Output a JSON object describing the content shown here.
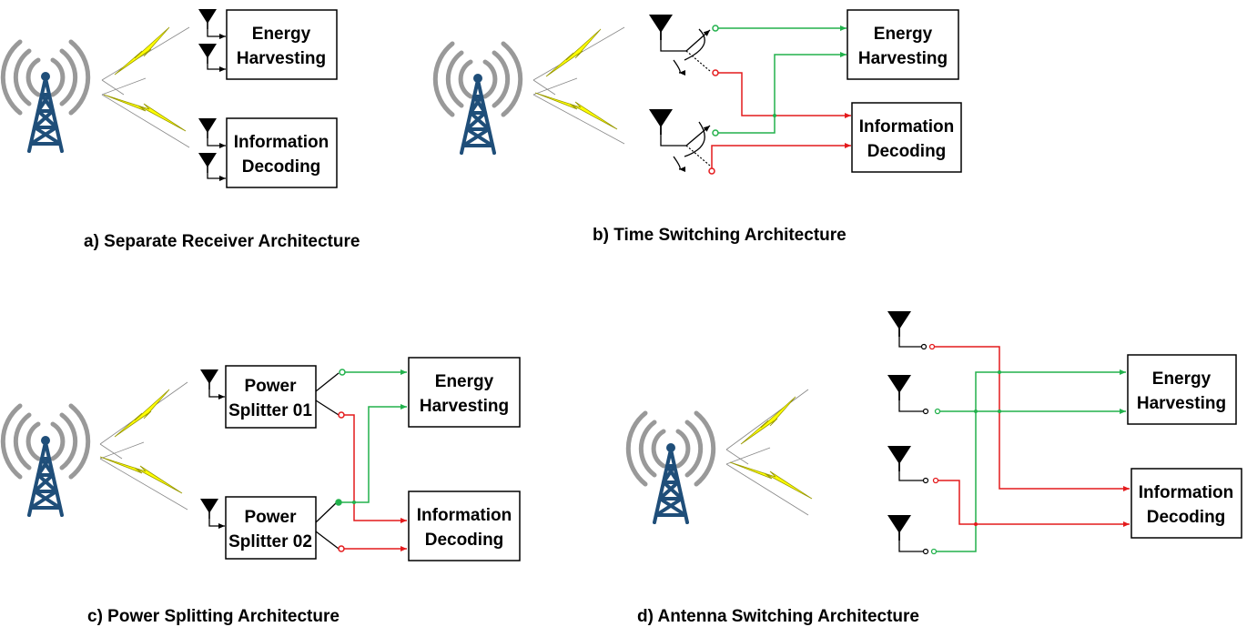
{
  "colors": {
    "energy_path": "#22b14c",
    "info_path": "#e41a1c",
    "bolt": "#ffff00",
    "tower": "#1f4e79"
  },
  "icons": [
    "transmission-tower-icon",
    "lightning-bolt-icon",
    "antenna-icon",
    "switch-icon"
  ],
  "panels": {
    "a": {
      "caption": "a) Separate Receiver Architecture",
      "energy_box": [
        "Energy",
        "Harvesting"
      ],
      "info_box": [
        "Information",
        "Decoding"
      ]
    },
    "b": {
      "caption": "b) Time Switching Architecture",
      "energy_box": [
        "Energy",
        "Harvesting"
      ],
      "info_box": [
        "Information",
        "Decoding"
      ]
    },
    "c": {
      "caption": "c) Power Splitting Architecture",
      "splitter1": [
        "Power",
        "Splitter 01"
      ],
      "splitter2": [
        "Power",
        "Splitter 02"
      ],
      "energy_box": [
        "Energy",
        "Harvesting"
      ],
      "info_box": [
        "Information",
        "Decoding"
      ]
    },
    "d": {
      "caption": "d) Antenna Switching Architecture",
      "energy_box": [
        "Energy",
        "Harvesting"
      ],
      "info_box": [
        "Information",
        "Decoding"
      ]
    }
  }
}
